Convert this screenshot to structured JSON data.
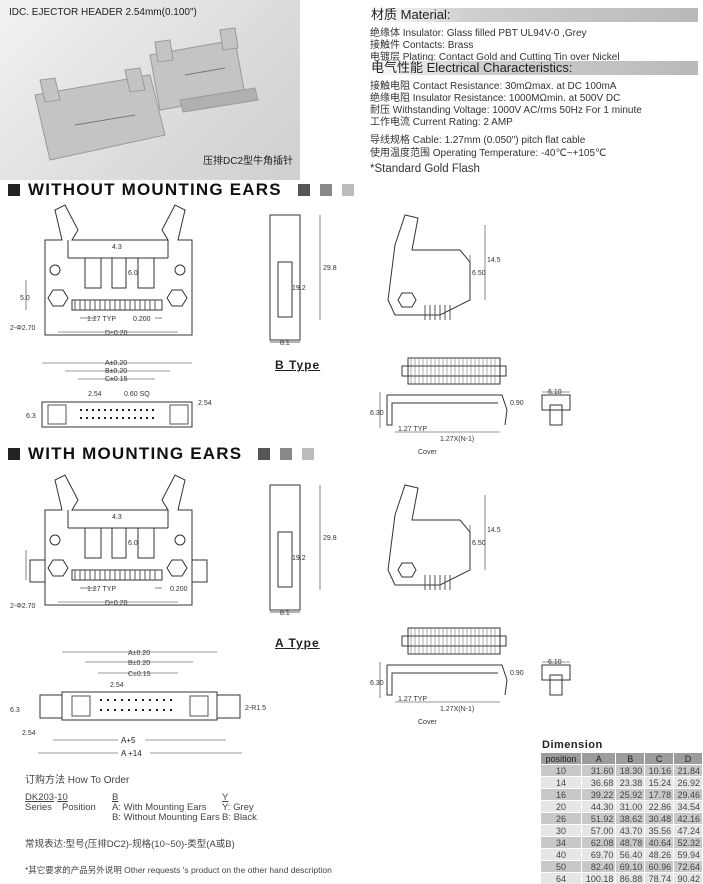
{
  "photo": {
    "title": "IDC. EJECTOR HEADER 2.54mm(0.100\")",
    "caption": "压排DC2型牛角插针"
  },
  "material": {
    "heading": "材质  Material:",
    "lines": [
      "绝缘体 Insulator: Glass filled PBT UL94V-0 ,Grey",
      "接触件  Contacts: Brass",
      "电镀层  Plating: Contact Gold and Cutting Tin over Nickel"
    ]
  },
  "electrical": {
    "heading": "电气性能 Electrical Characteristics:",
    "lines": [
      "接触电阻  Contact Resistance: 30mΩmax. at DC 100mA",
      "绝缘电阻  Insulator Resistance: 1000MΩmin. at 500V DC",
      "耐压  Withstanding Voltage: 1000V AC/rms 50Hz For 1 minute",
      "工作电流  Current Rating: 2 AMP",
      "导线规格  Cable: 1.27mm (0.050\") pitch flat cable",
      "使用温度范围 Operating Temperature: -40℃~+105℃"
    ],
    "note": "*Standard Gold Flash"
  },
  "sections": {
    "without": "WITHOUT MOUNTING EARS",
    "with": "WITH MOUNTING EARS",
    "b_type": "B Type",
    "a_type": "A Type"
  },
  "drawing_labels": {
    "d43": "4.3",
    "d60": "6.0",
    "d50": "5.0",
    "hole": "2-Φ2.70",
    "pitch": "1.27 TYP",
    "d0200": "0.200",
    "D": "D±0.20",
    "A": "A±0.20",
    "B": "B±0.20",
    "C": "C±0.15",
    "d254": "2.54",
    "sq": "0.60 SQ",
    "d63": "6.3",
    "d298": "29.8",
    "d192": "19.2",
    "d81": "8.1",
    "d650": "6.50",
    "d145": "14.5",
    "d630": "6.30",
    "d090": "0.90",
    "pitchN": "1.27X(N-1)",
    "cover": "Cover",
    "d610": "6.10",
    "r15": "2-R1.5",
    "A5": "A+5",
    "A14": "A +14"
  },
  "dimension": {
    "title": "Dimension",
    "headers": [
      "position",
      "A",
      "B",
      "C",
      "D"
    ],
    "rows": [
      [
        "10",
        "31.60",
        "18.30",
        "10.16",
        "21.84"
      ],
      [
        "14",
        "36.68",
        "23.38",
        "15.24",
        "26.92"
      ],
      [
        "16",
        "39.22",
        "25.92",
        "17.78",
        "29.46"
      ],
      [
        "20",
        "44.30",
        "31.00",
        "22.86",
        "34.54"
      ],
      [
        "26",
        "51.92",
        "38.62",
        "30.48",
        "42.16"
      ],
      [
        "30",
        "57.00",
        "43.70",
        "35.56",
        "47.24"
      ],
      [
        "34",
        "62.08",
        "48.78",
        "40.64",
        "52.32"
      ],
      [
        "40",
        "69.70",
        "56.40",
        "48.26",
        "59.94"
      ],
      [
        "50",
        "82.40",
        "69.10",
        "60.96",
        "72.64"
      ],
      [
        "64",
        "100.18",
        "86.88",
        "78.74",
        "90.42"
      ]
    ]
  },
  "order": {
    "title": "订购方法  How To Order",
    "series_code": "DK203",
    "dash": "-",
    "position_code": "10",
    "type_code": "B",
    "color_code": "Y",
    "series_label": "Series",
    "position_label": "Position",
    "type_a": "A: With Mounting Ears",
    "type_b": "B: Without Mounting Ears",
    "color_y": "Y: Grey",
    "color_b": "B: Black",
    "expression": "常规表达:型号(压排DC2)-规格(10~50)-类型(A或B)",
    "note": "*其它要求的产品另外说明 Other requests 's product on the other hand description"
  },
  "colors": {
    "square1": "#555555",
    "square2": "#888888",
    "square3": "#bbbbbb"
  }
}
